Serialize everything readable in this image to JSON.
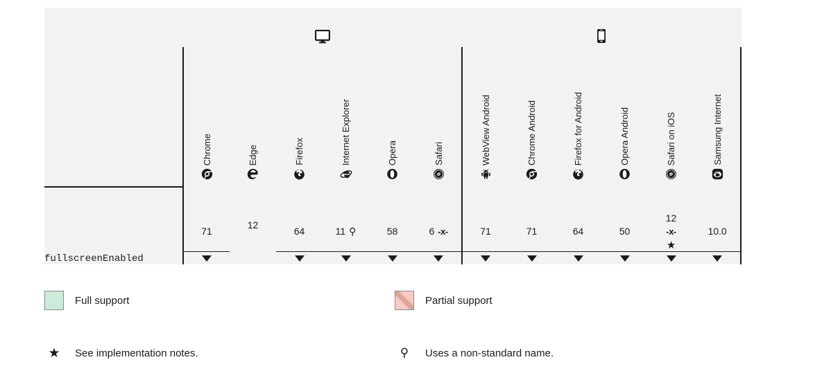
{
  "table": {
    "platforms": [
      {
        "name": "desktop",
        "icon": "desktop-icon",
        "colspan": 6
      },
      {
        "name": "mobile",
        "icon": "mobile-icon",
        "colspan": 6
      }
    ],
    "browsers": [
      {
        "label": "Chrome",
        "icon": "chrome-icon",
        "platform": "desktop"
      },
      {
        "label": "Edge",
        "icon": "edge-icon",
        "platform": "desktop"
      },
      {
        "label": "Firefox",
        "icon": "firefox-icon",
        "platform": "desktop"
      },
      {
        "label": "Internet Explorer",
        "icon": "internet-explorer-icon",
        "platform": "desktop"
      },
      {
        "label": "Opera",
        "icon": "opera-icon",
        "platform": "desktop"
      },
      {
        "label": "Safari",
        "icon": "safari-icon",
        "platform": "desktop"
      },
      {
        "label": "WebView Android",
        "icon": "android-icon",
        "platform": "mobile"
      },
      {
        "label": "Chrome Android",
        "icon": "chrome-icon",
        "platform": "mobile"
      },
      {
        "label": "Firefox for Android",
        "icon": "firefox-icon",
        "platform": "mobile"
      },
      {
        "label": "Opera Android",
        "icon": "opera-icon",
        "platform": "mobile"
      },
      {
        "label": "Safari on iOS",
        "icon": "safari-icon",
        "platform": "mobile"
      },
      {
        "label": "Samsung Internet",
        "icon": "samsung-internet-icon",
        "platform": "mobile"
      }
    ],
    "rows": [
      {
        "feature": "fullscreenEnabled",
        "cells": [
          {
            "version": "71",
            "support": "full",
            "flag_x": "",
            "note_star": false,
            "nonstandard": false,
            "toggle": true
          },
          {
            "version": "12",
            "support": "full",
            "flag_x": "",
            "note_star": false,
            "nonstandard": false,
            "toggle": false
          },
          {
            "version": "64",
            "support": "full",
            "flag_x": "",
            "note_star": false,
            "nonstandard": false,
            "toggle": true
          },
          {
            "version": "11",
            "support": "full",
            "flag_x": "",
            "note_star": false,
            "nonstandard": true,
            "toggle": true
          },
          {
            "version": "58",
            "support": "full",
            "flag_x": "",
            "note_star": false,
            "nonstandard": false,
            "toggle": true
          },
          {
            "version": "6",
            "support": "full",
            "flag_x": "-x-",
            "note_star": false,
            "nonstandard": false,
            "toggle": true
          },
          {
            "version": "71",
            "support": "full",
            "flag_x": "",
            "note_star": false,
            "nonstandard": false,
            "toggle": true
          },
          {
            "version": "71",
            "support": "full",
            "flag_x": "",
            "note_star": false,
            "nonstandard": false,
            "toggle": true
          },
          {
            "version": "64",
            "support": "full",
            "flag_x": "",
            "note_star": false,
            "nonstandard": false,
            "toggle": true
          },
          {
            "version": "50",
            "support": "full",
            "flag_x": "",
            "note_star": false,
            "nonstandard": false,
            "toggle": true
          },
          {
            "version": "12",
            "support": "partial",
            "flag_x": "-x-",
            "note_star": true,
            "nonstandard": false,
            "toggle": true
          },
          {
            "version": "10.0",
            "support": "full",
            "flag_x": "",
            "note_star": false,
            "nonstandard": false,
            "toggle": true
          }
        ]
      }
    ]
  },
  "legend": {
    "items": [
      {
        "kind": "swatch",
        "variant": "full",
        "label": "Full support"
      },
      {
        "kind": "swatch",
        "variant": "partial",
        "label": "Partial support"
      },
      {
        "kind": "icon",
        "variant": "star",
        "glyph": "★",
        "label": "See implementation notes."
      },
      {
        "kind": "icon",
        "variant": "nonstandard",
        "glyph": "⚲",
        "label": "Uses a non-standard name."
      }
    ]
  },
  "colors": {
    "full_support": "#cdebdb",
    "partial_support": "#f9cac4",
    "header_bg": "#f2f2f2",
    "border": "#1b1b1b",
    "text": "#1b1b1b"
  }
}
